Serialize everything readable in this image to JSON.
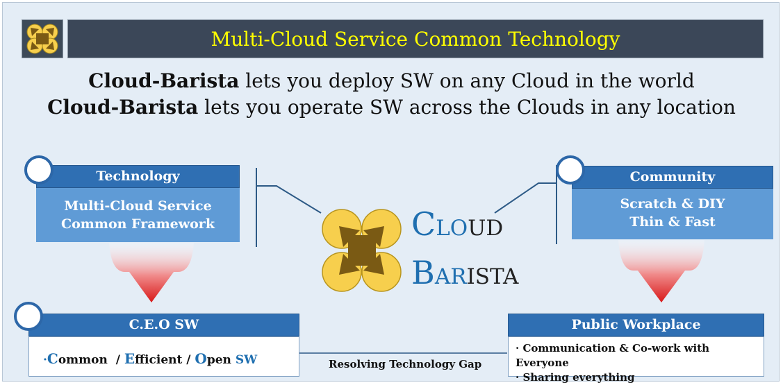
{
  "header": {
    "title": "Multi-Cloud Service Common Technology"
  },
  "tagline": {
    "line1_bold": "Cloud-Barista",
    "line1_rest": " lets you deploy SW on any Cloud in the world",
    "line2_bold": "Cloud-Barista",
    "line2_rest": " lets you operate SW across the Clouds in any location"
  },
  "technology": {
    "heading": "Technology",
    "line1": "Multi-Cloud Service",
    "line2": "Common Framework"
  },
  "community": {
    "heading": "Community",
    "line1": "Scratch & DIY",
    "line2": "Thin & Fast"
  },
  "ceo": {
    "heading": "C.E.O SW",
    "bullet": "·",
    "c_letter": "C",
    "c_rest": "ommon",
    "sep1": "/",
    "e_letter": "E",
    "e_rest": "fficient",
    "sep2": "/",
    "o_letter": "O",
    "o_rest": "pen",
    "sw": "SW"
  },
  "workplace": {
    "heading": "Public Workplace",
    "items": [
      "· Communication & Co-work with Everyone",
      "· Sharing everything"
    ]
  },
  "connector_label": "Resolving Technology Gap",
  "brand": {
    "cloud_c": "C",
    "cloud_lo": "LO",
    "cloud_ud": "UD",
    "barista_b": "B",
    "barista_ar": "AR",
    "barista_ista": "ISTA"
  },
  "colors": {
    "title_text": "#ffff00",
    "header_blue": "#2f6fb3",
    "body_blue": "#5f9bd6",
    "brand_blue": "#1f6fb0",
    "logo_yellow": "#f7cf4d",
    "logo_brown": "#7a5a14",
    "arrow_red": "#e02020"
  }
}
